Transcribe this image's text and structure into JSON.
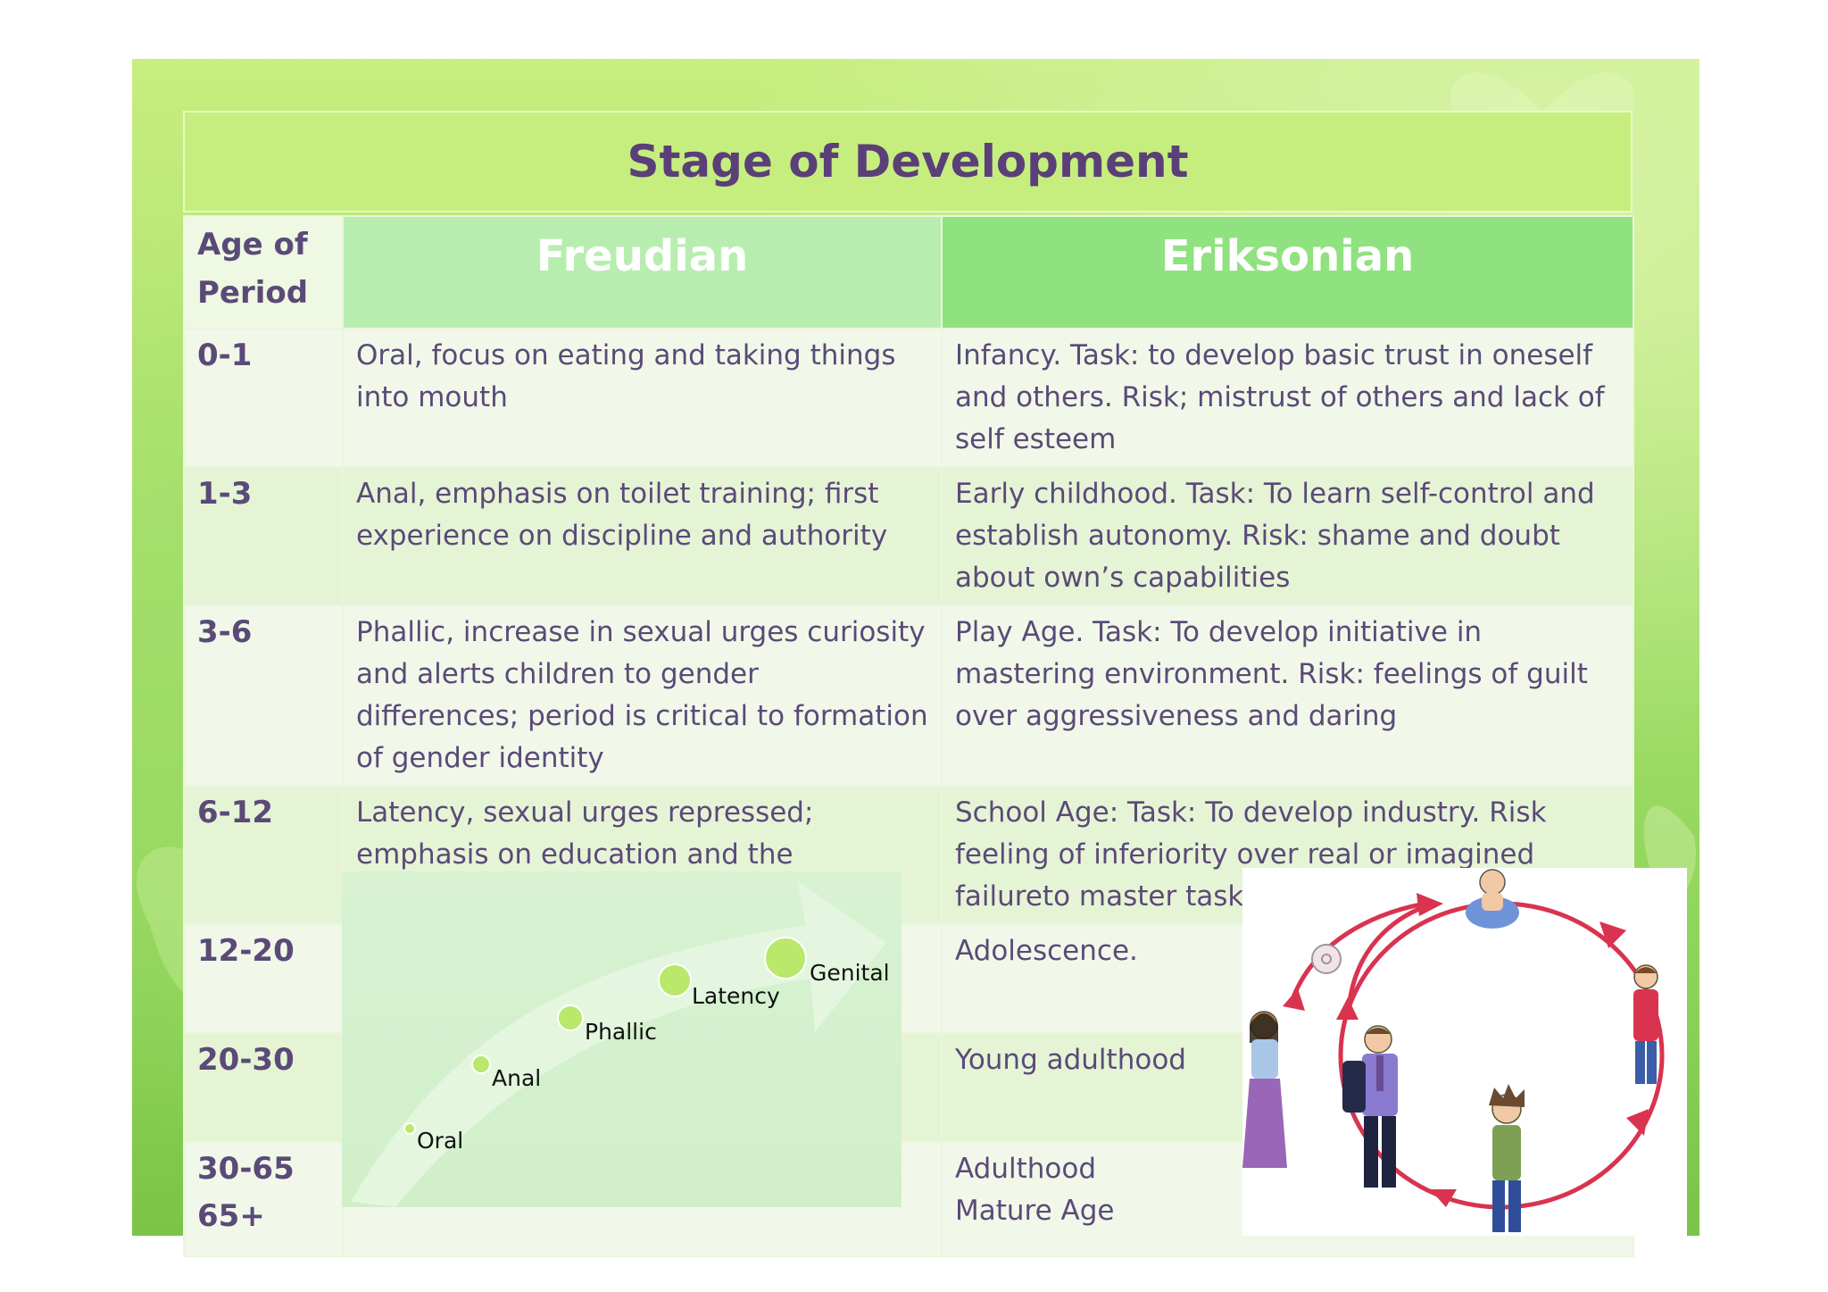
{
  "title": "Stage of Development",
  "headers": {
    "age": "Age of Period",
    "freudian": "Freudian",
    "eriksonian": "Eriksonian"
  },
  "rows": [
    {
      "age": "0-1",
      "freudian": "Oral, focus on eating and taking things into mouth",
      "eriksonian": "Infancy. Task: to develop basic trust in oneself and others. Risk; mistrust of others and lack of self esteem"
    },
    {
      "age": "1-3",
      "freudian": "Anal, emphasis on toilet training; first experience on discipline and authority",
      "eriksonian": "Early childhood. Task: To learn self-control and establish autonomy. Risk: shame and doubt about own’s capabilities"
    },
    {
      "age": "3-6",
      "freudian": "Phallic, increase in sexual urges curiosity and alerts children to gender differences; period is critical to formation of gender identity",
      "eriksonian": "Play Age. Task: To develop initiative in mastering environment. Risk: feelings of guilt over aggressiveness and daring"
    },
    {
      "age": "6-12",
      "freudian": "Latency, sexual urges repressed; emphasis on education and the beginning of concern for others",
      "eriksonian": "School Age: Task: To develop industry. Risk feeling of inferiority over real or imagined failureto master tasks"
    },
    {
      "age": "12-20",
      "freudian": "",
      "eriksonian": "Adolescence."
    },
    {
      "age": "20-30",
      "freudian": "",
      "eriksonian": "Young adulthood"
    },
    {
      "age": "30-65",
      "age2": "65+",
      "freudian": "",
      "eriksonian": "Adulthood",
      "eriksonian2": "Mature Age"
    }
  ],
  "psychosexual_diagram": {
    "stages": [
      "Oral",
      "Anal",
      "Phallic",
      "Latency",
      "Genital"
    ],
    "dot_color": "#b9e86b"
  },
  "colors": {
    "title_text": "#5a3f78",
    "body_text": "#5b4a78",
    "freudian_header": "#b8edb0",
    "eriksonian_header": "#8fe27f",
    "cycle_arrow": "#d9334f"
  }
}
